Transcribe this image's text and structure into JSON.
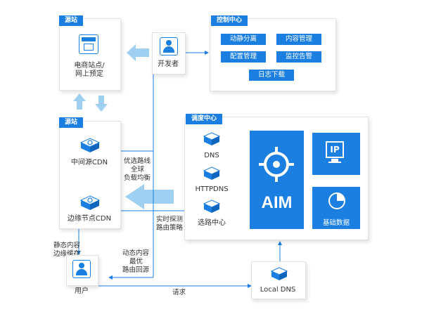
{
  "source_top": {
    "tag": "源站",
    "label_line1": "电商站点/",
    "label_line2": "网上预定"
  },
  "developer": {
    "label": "开发者"
  },
  "control_center": {
    "tag": "控制中心",
    "buttons": [
      "动静分离",
      "内容管理",
      "配置管理",
      "监控告警",
      "日志下载"
    ]
  },
  "source_mid": {
    "tag": "源站",
    "middle_cdn": "中间源CDN",
    "edge_cdn": "边缘节点CDN"
  },
  "dispatch_center": {
    "tag": "调度中心",
    "dns": "DNS",
    "httpdns": "HTTPDNS",
    "route_center": "选路中心",
    "aim": "AIM",
    "ip_label": "IP",
    "basic_data": "基础数据"
  },
  "annotations": {
    "optimal_route": [
      "优选路线",
      "全球",
      "负载均衡"
    ],
    "realtime_probe": [
      "实时探测",
      "路由策略"
    ],
    "static_cache": [
      "静态内容",
      "边缘缓存"
    ],
    "dynamic_route": [
      "动态内容",
      "最优",
      "路由回源"
    ],
    "request": "请求"
  },
  "user": {
    "label": "用户"
  },
  "local_dns": {
    "label": "Local DNS"
  },
  "colors": {
    "blue": "#1a7fe0",
    "light_blue": "#9fd0f2",
    "arrow_light": "#b5dcf5",
    "grey": "#999999"
  }
}
